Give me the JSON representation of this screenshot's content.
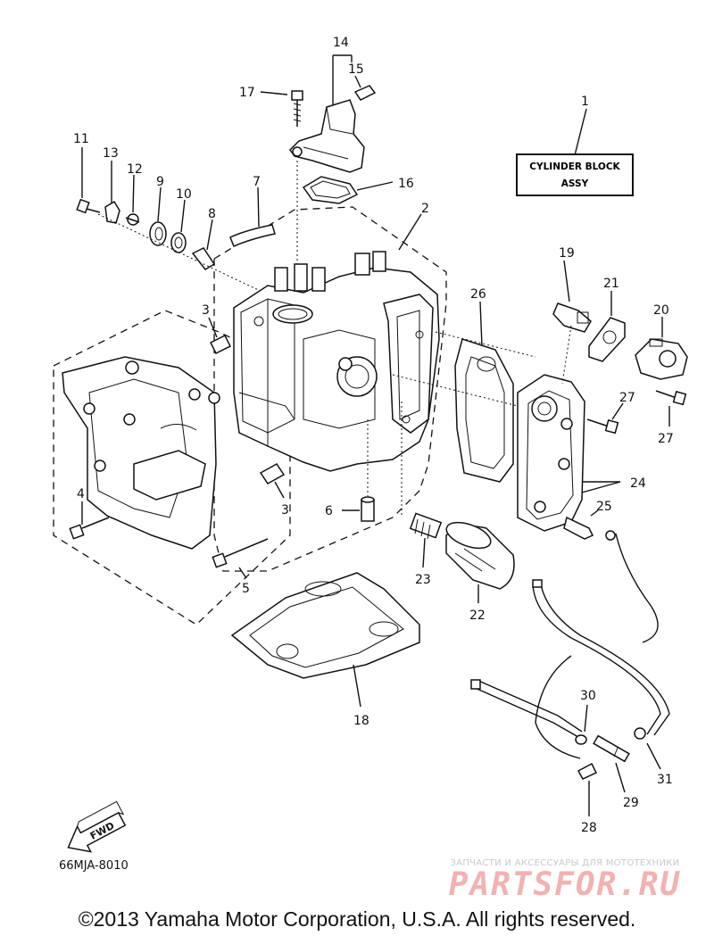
{
  "title_box": {
    "line1": "CYLINDER BLOCK",
    "line2": "ASSY"
  },
  "fwd_label": "FWD",
  "figure_code": "66MJA-8010",
  "watermark": {
    "tagline": "ЗАПЧАСТИ И АКСЕССУАРЫ ДЛЯ МОТОТЕХНИКИ",
    "brand": "PARTSFOR.RU"
  },
  "copyright": "©2013 Yamaha Motor Corporation, U.S.A. All rights reserved.",
  "callouts": [
    "1",
    "2",
    "3",
    "3",
    "4",
    "5",
    "6",
    "7",
    "8",
    "9",
    "10",
    "11",
    "12",
    "13",
    "14",
    "15",
    "16",
    "17",
    "18",
    "19",
    "20",
    "21",
    "22",
    "23",
    "24",
    "25",
    "26",
    "27",
    "27",
    "28",
    "29",
    "30",
    "31"
  ]
}
